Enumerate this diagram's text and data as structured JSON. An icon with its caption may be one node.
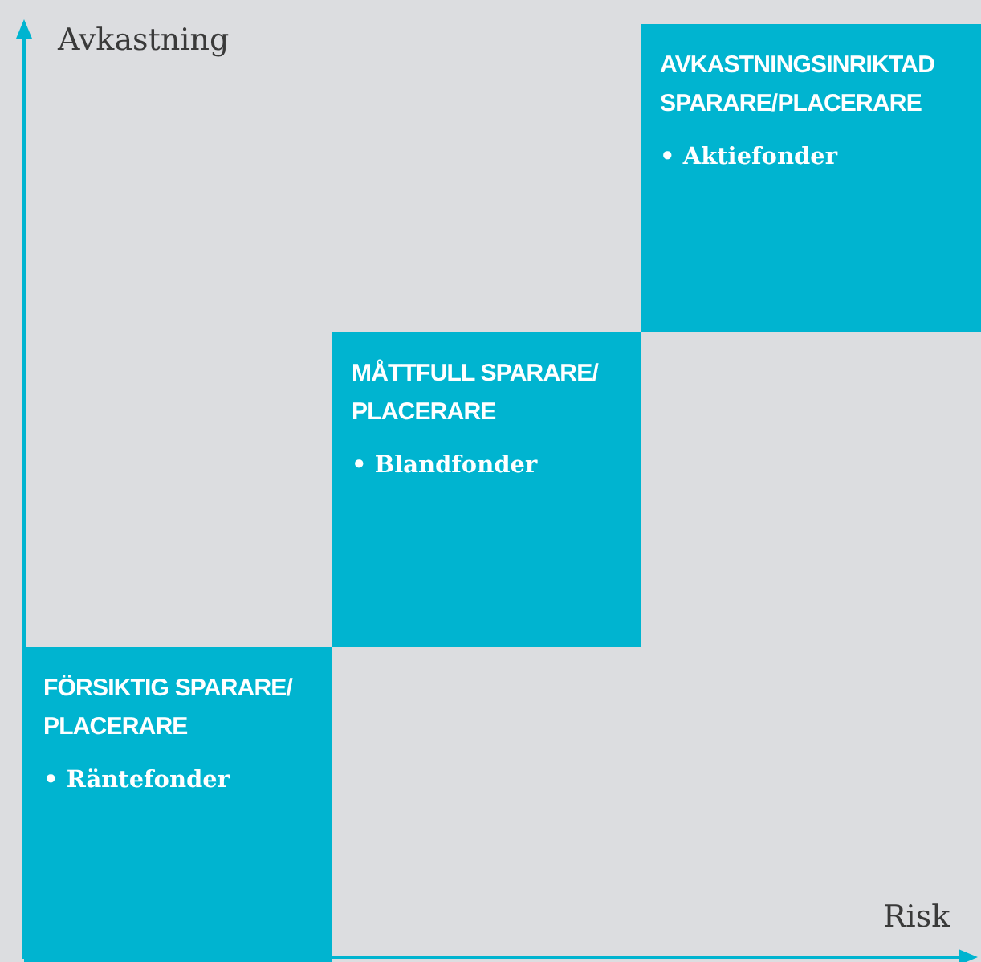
{
  "diagram": {
    "nodes": [
      {
        "text": [
          "FÖRSIKTIG SPARARE/ PLACERARE",
          "• Räntefonder"
        ]
      },
      {
        "text": [
          "MÅTTFULL SPARARE/ PLACERARE",
          "• Blandfonder"
        ]
      },
      {
        "text": [
          "AVKASTNINGSINRIKTAD SPARARE/PLACERARE",
          "• Aktiefonder"
        ]
      }
    ],
    "labels": [
      "Avkastning",
      "Risk"
    ]
  }
}
